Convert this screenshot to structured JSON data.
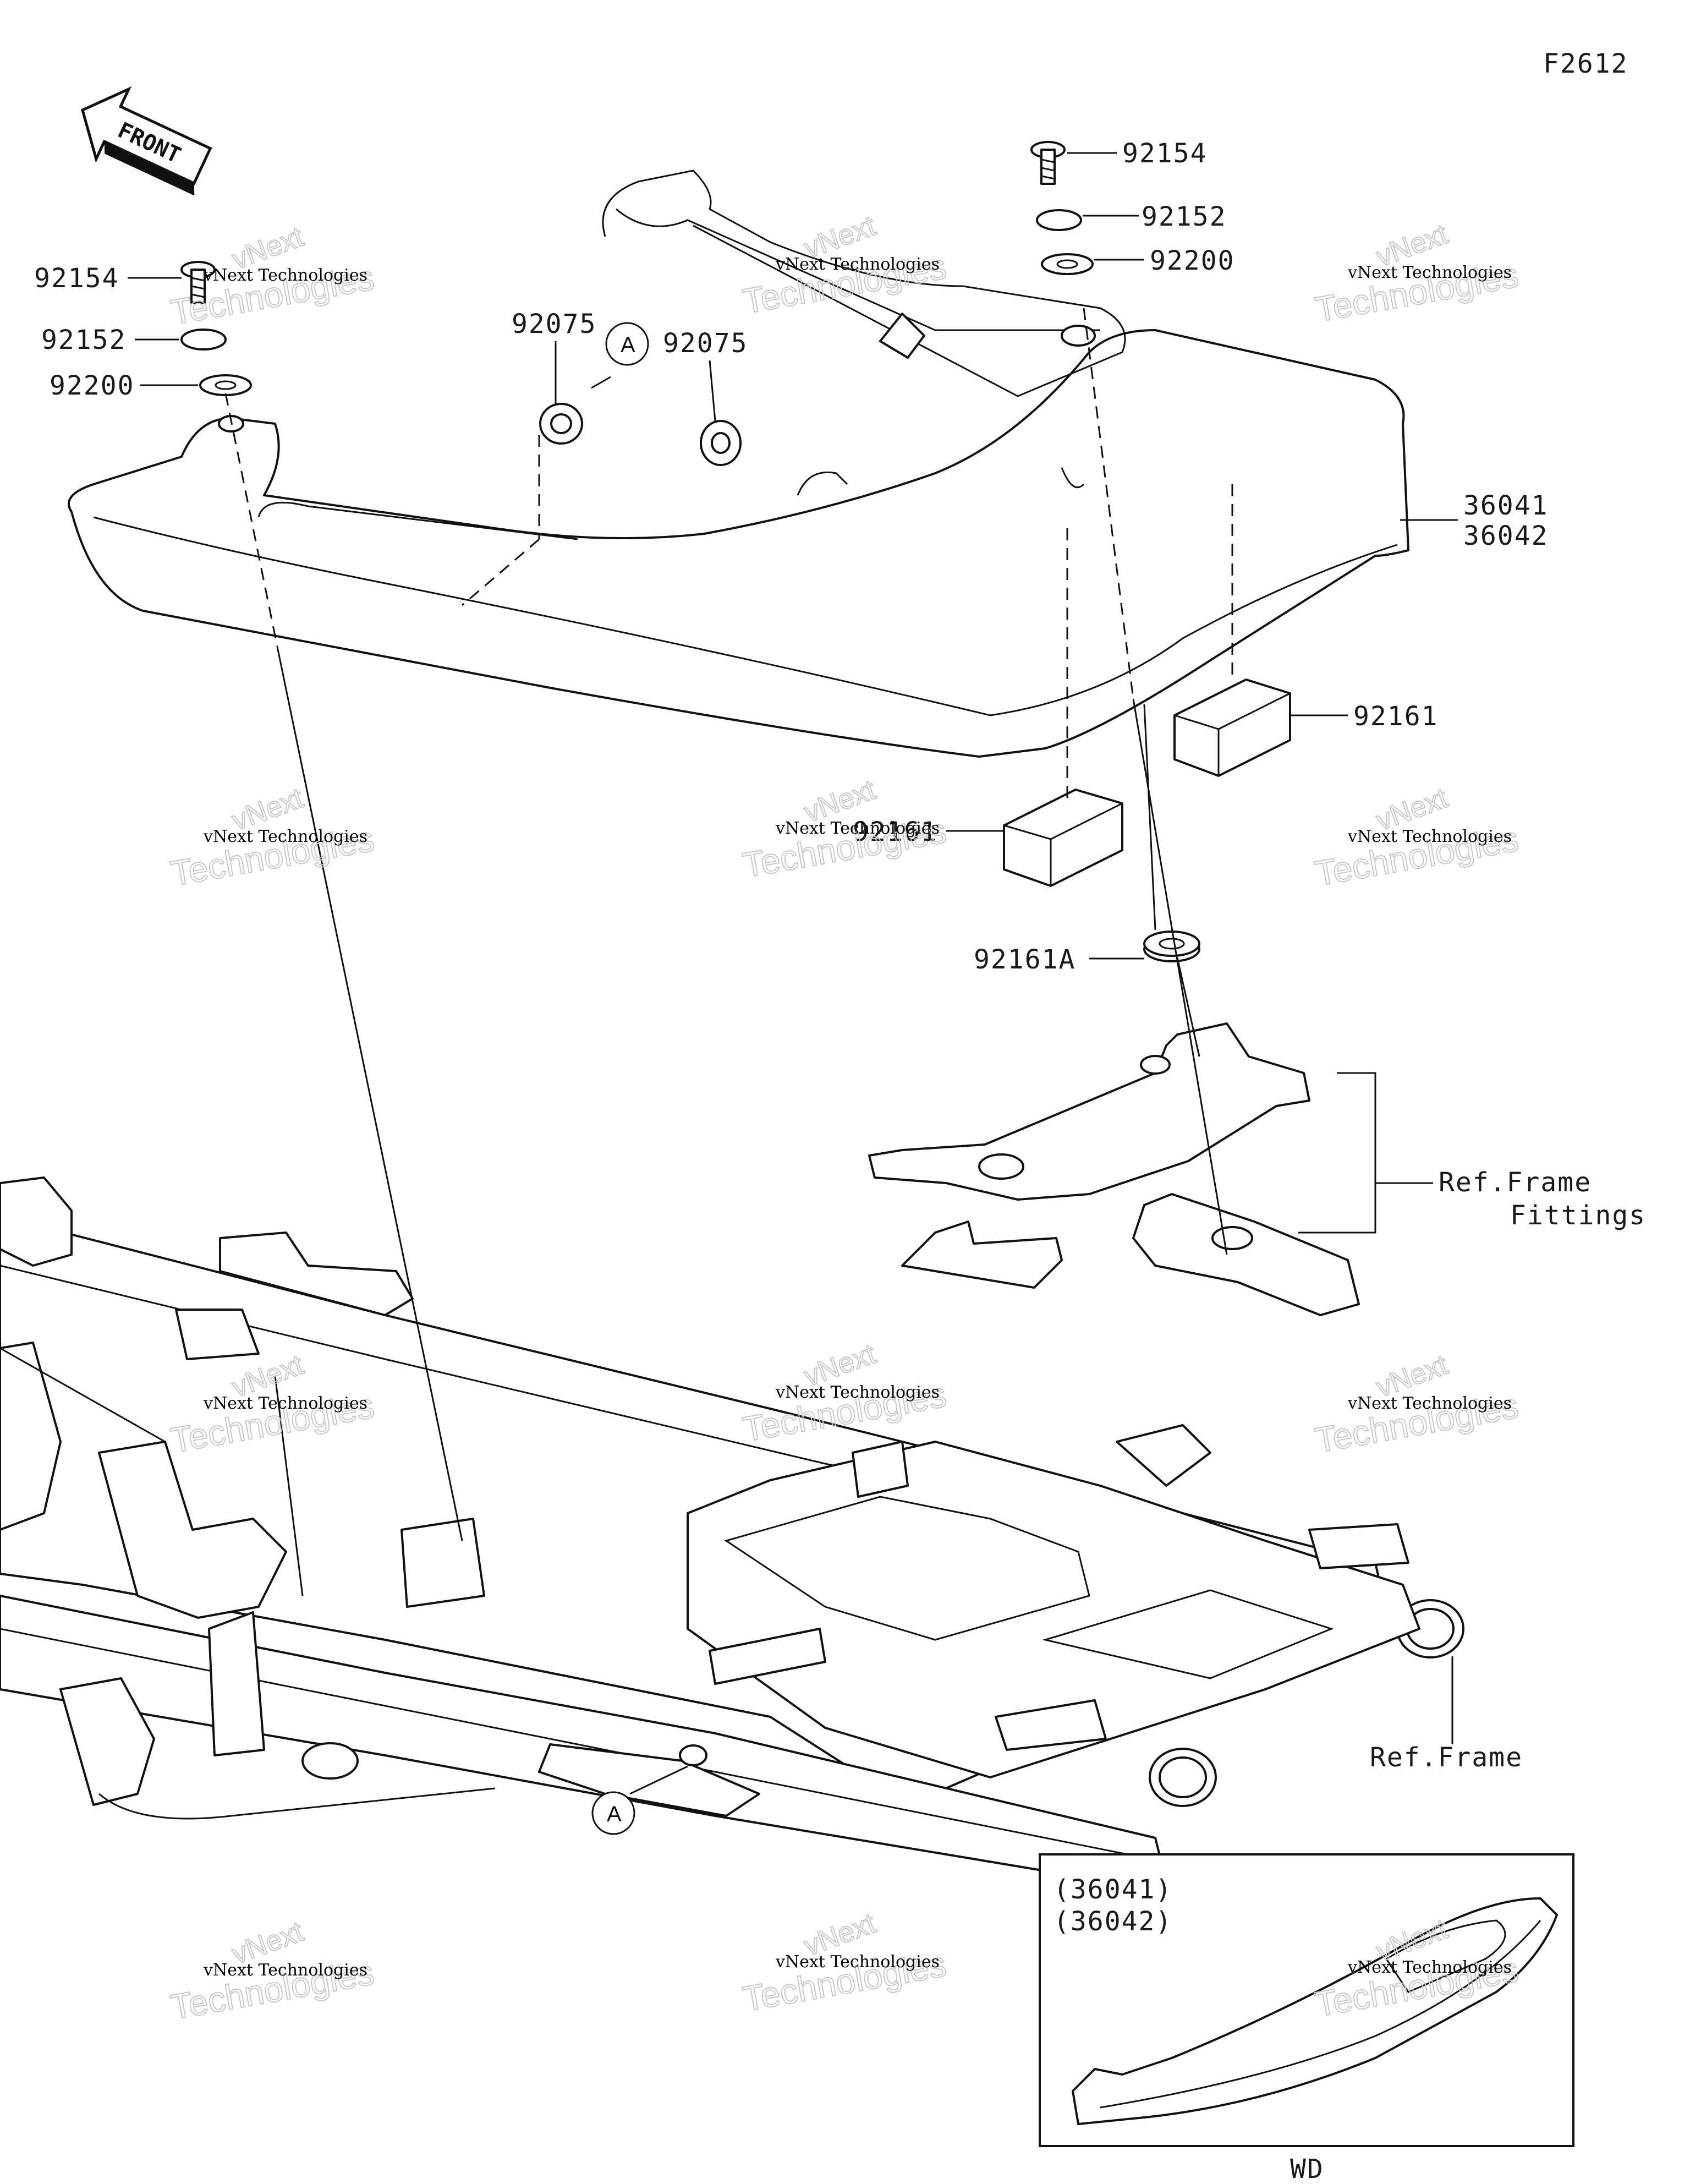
{
  "figure_code": "F2612",
  "front_arrow": {
    "text": "FRONT",
    "icon": "front-arrow-icon"
  },
  "parts": {
    "bolt_left": "92154",
    "collar_left": "92152",
    "washer_left": "92200",
    "grommet_left": "92075",
    "grommet_center": "92075",
    "bolt_right": "92154",
    "collar_right": "92152",
    "washer_right": "92200",
    "cover_a": "36041",
    "cover_b": "36042",
    "damper_right": "92161",
    "damper_center": "92161",
    "damper_grommet": "92161A"
  },
  "references": {
    "frame_fittings_line1": "Ref.Frame",
    "frame_fittings_line2": "Fittings",
    "frame": "Ref.Frame"
  },
  "callouts": {
    "a_top": "A",
    "a_bottom": "A"
  },
  "inset": {
    "line1": "(36041)",
    "line2": "(36042)",
    "caption": "WD"
  },
  "watermark": {
    "line1": "vNext Technologies",
    "line2": "vNext",
    "line3": "Technologies"
  }
}
